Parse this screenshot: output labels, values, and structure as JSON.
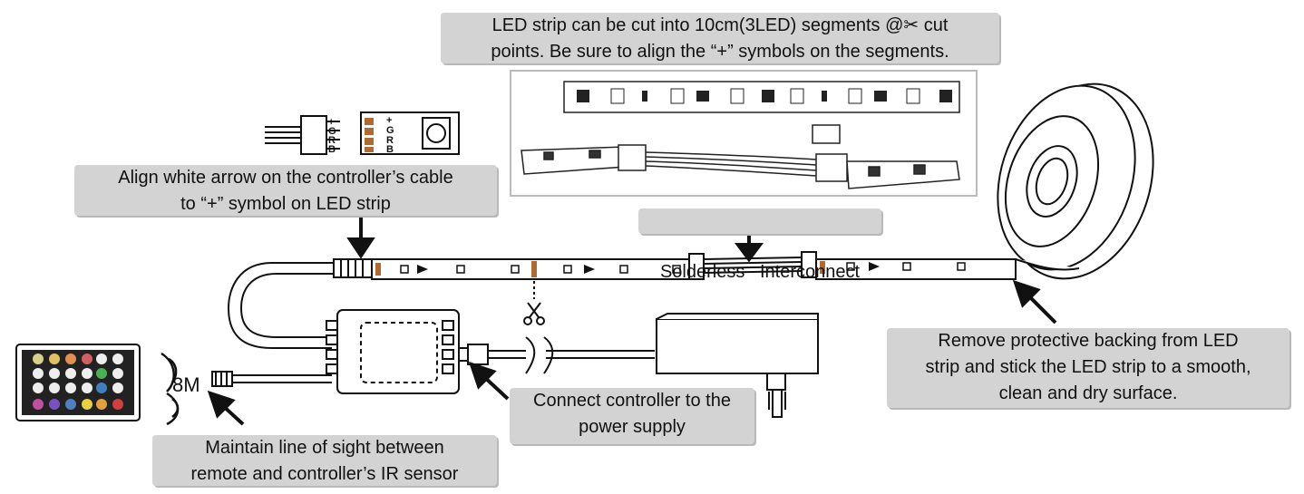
{
  "callouts": {
    "cut": {
      "line1": "LED strip can be cut into 10cm(3LED) segments @",
      "line1_end": "cut",
      "line2": "points. Be sure to align the “+” symbols on the segments."
    },
    "align": {
      "line1": "Align white arrow on the controller’s cable",
      "line2": "to “+” symbol on LED strip"
    },
    "interconnect": {
      "text": "Solderless   Interconnect"
    },
    "backing": {
      "line1": "Remove protective backing from LED",
      "line2": "strip and stick the LED strip to a smooth,",
      "line3": "clean and dry surface."
    },
    "power": {
      "line1": "Connect controller to the",
      "line2": "power supply"
    },
    "sight": {
      "line1": "Maintain line of sight between",
      "line2": "remote and controller’s IR sensor"
    }
  },
  "labels": {
    "distance": "8M",
    "pin_plus": "+",
    "pin_g": "G",
    "pin_r": "R",
    "pin_b": "B"
  },
  "icons": [
    "scissors-icon",
    "arrow-down-icon",
    "arrow-up-left-icon",
    "ir-signal-icon",
    "remote-control-icon",
    "power-adapter-icon",
    "controller-box-icon",
    "led-reel-icon"
  ]
}
